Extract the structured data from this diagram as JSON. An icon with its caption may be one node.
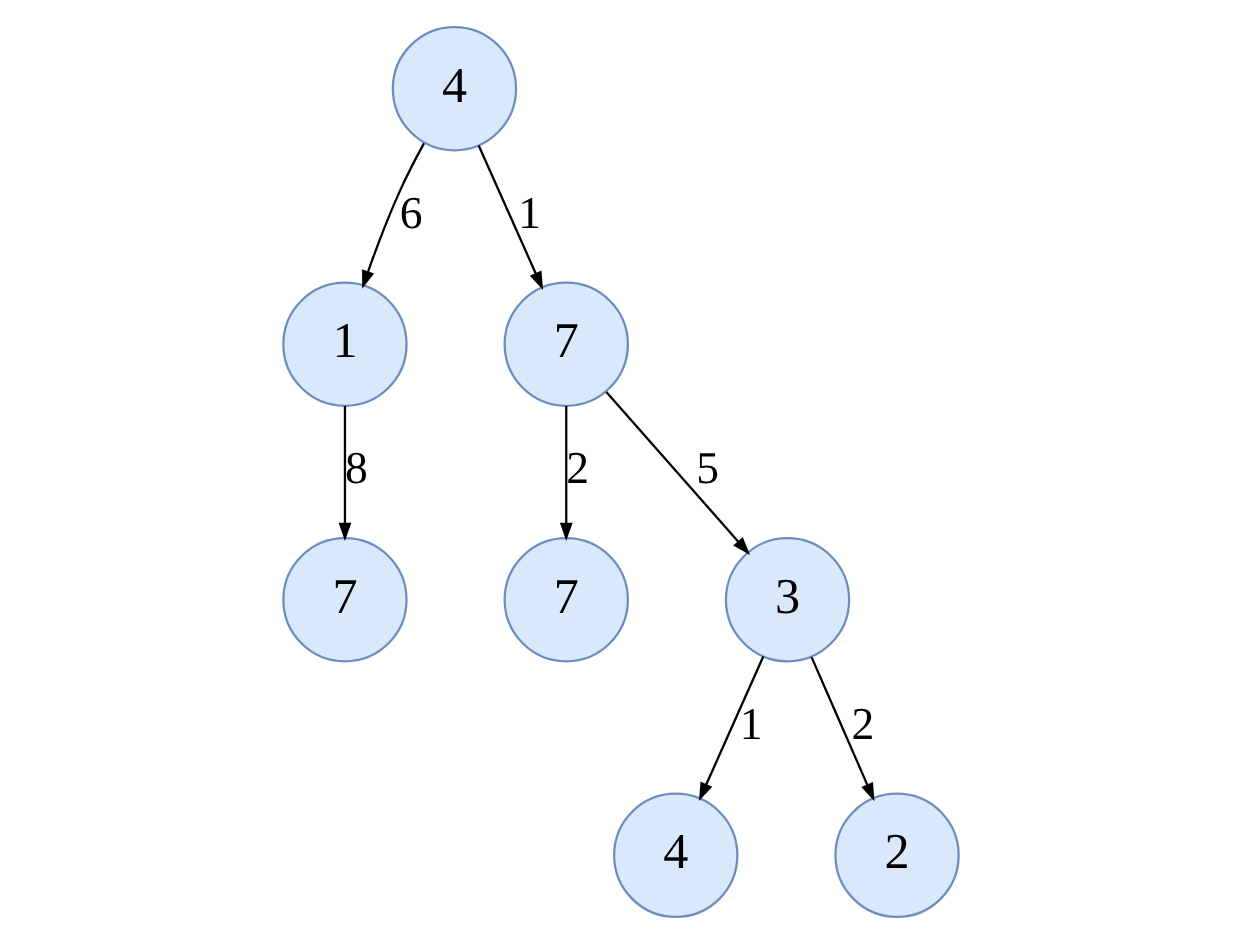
{
  "diagram": {
    "nodes": [
      {
        "text": [
          "4"
        ]
      },
      {
        "text": [
          "1"
        ]
      },
      {
        "text": [
          "7"
        ]
      },
      {
        "text": [
          "7"
        ]
      },
      {
        "text": [
          "7"
        ]
      },
      {
        "text": [
          "3"
        ]
      },
      {
        "text": [
          "4"
        ]
      },
      {
        "text": [
          "2"
        ]
      }
    ],
    "edges": [
      {
        "from": 0,
        "to": 1,
        "label": "6",
        "arrow": "to"
      },
      {
        "from": 0,
        "to": 2,
        "label": "1",
        "arrow": "to"
      },
      {
        "from": 1,
        "to": 3,
        "label": "8",
        "arrow": "to"
      },
      {
        "from": 2,
        "to": 4,
        "label": "2",
        "arrow": "to"
      },
      {
        "from": 2,
        "to": 5,
        "label": "5",
        "arrow": "to"
      },
      {
        "from": 5,
        "to": 6,
        "label": "1",
        "arrow": "to"
      },
      {
        "from": 5,
        "to": 7,
        "label": "2",
        "arrow": "to"
      }
    ]
  }
}
